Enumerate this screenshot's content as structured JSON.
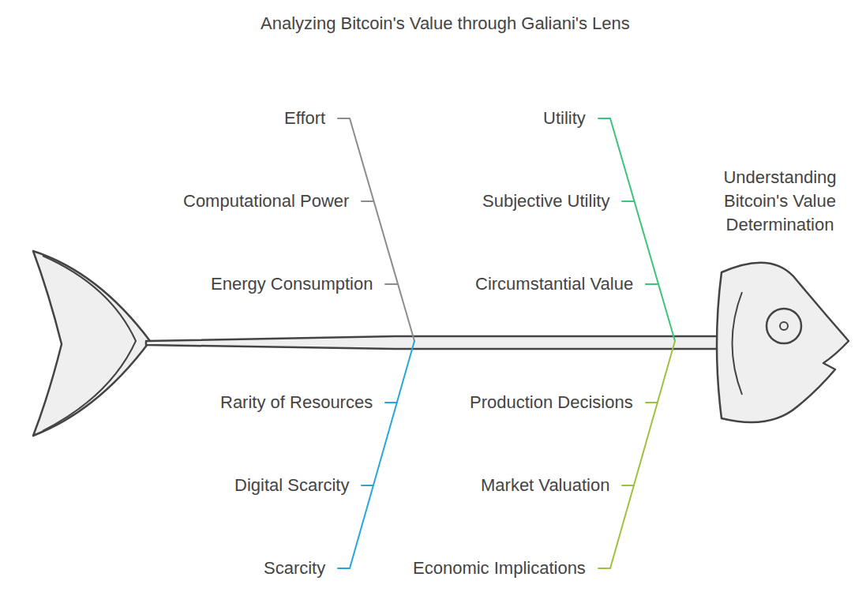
{
  "diagram": {
    "title": "Analyzing Bitcoin's Value through Galiani's Lens",
    "labels": [
      "Effort",
      "Computational Power",
      "Energy Consumption",
      "Utility",
      "Subjective Utility",
      "Circumstantial Value",
      "Understanding Bitcoin's Value Determination",
      "Rarity of Resources",
      "Digital Scarcity",
      "Scarcity",
      "Production Decisions",
      "Market Valuation",
      "Economic Implications"
    ]
  }
}
